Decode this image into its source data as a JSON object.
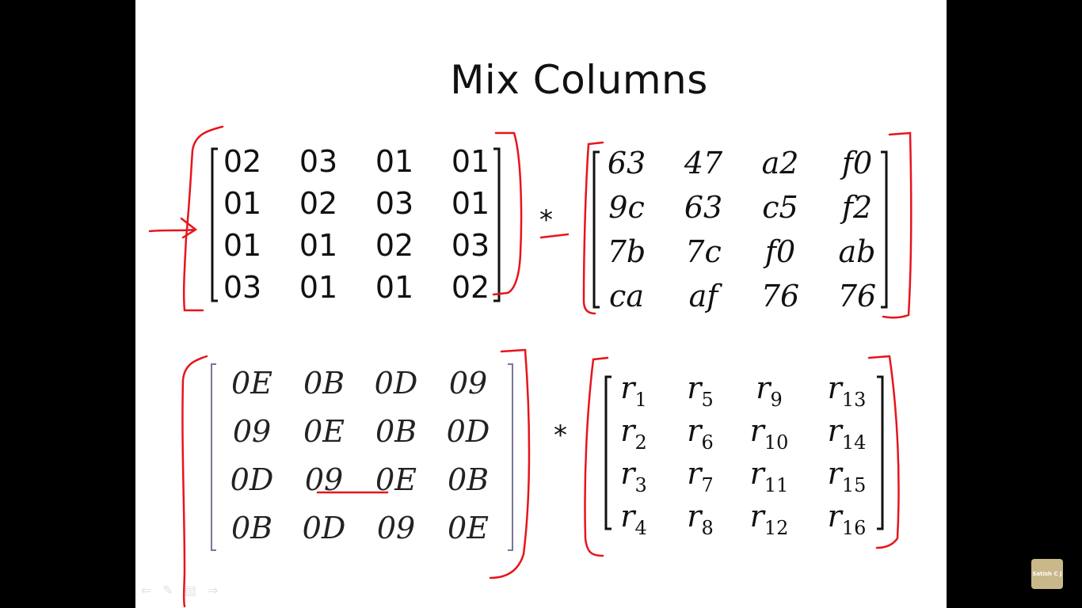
{
  "title": "Mix Columns",
  "operator": "*",
  "matrix_mix": [
    [
      "02",
      "03",
      "01",
      "01"
    ],
    [
      "01",
      "02",
      "03",
      "01"
    ],
    [
      "01",
      "01",
      "02",
      "03"
    ],
    [
      "03",
      "01",
      "01",
      "02"
    ]
  ],
  "matrix_state": [
    [
      "63",
      "47",
      "a2",
      "f0"
    ],
    [
      "9c",
      "63",
      "c5",
      "f2"
    ],
    [
      "7b",
      "7c",
      "f0",
      "ab"
    ],
    [
      "ca",
      "af",
      "76",
      "76"
    ]
  ],
  "matrix_inverse": [
    [
      "0E",
      "0B",
      "0D",
      "09"
    ],
    [
      "09",
      "0E",
      "0B",
      "0D"
    ],
    [
      "0D",
      "09",
      "0E",
      "0B"
    ],
    [
      "0B",
      "0D",
      "09",
      "0E"
    ]
  ],
  "matrix_r": [
    [
      {
        "base": "r",
        "sub": "1"
      },
      {
        "base": "r",
        "sub": "5"
      },
      {
        "base": "r",
        "sub": "9"
      },
      {
        "base": "r",
        "sub": "13"
      }
    ],
    [
      {
        "base": "r",
        "sub": "2"
      },
      {
        "base": "r",
        "sub": "6"
      },
      {
        "base": "r",
        "sub": "10"
      },
      {
        "base": "r",
        "sub": "14"
      }
    ],
    [
      {
        "base": "r",
        "sub": "3"
      },
      {
        "base": "r",
        "sub": "7"
      },
      {
        "base": "r",
        "sub": "11"
      },
      {
        "base": "r",
        "sub": "15"
      }
    ],
    [
      {
        "base": "r",
        "sub": "4"
      },
      {
        "base": "r",
        "sub": "8"
      },
      {
        "base": "r",
        "sub": "12"
      },
      {
        "base": "r",
        "sub": "16"
      }
    ]
  ],
  "channel_badge": "Satish C J",
  "colors": {
    "ink": "#e8141b",
    "text": "#111111",
    "bracket": "#6a6a8a"
  }
}
